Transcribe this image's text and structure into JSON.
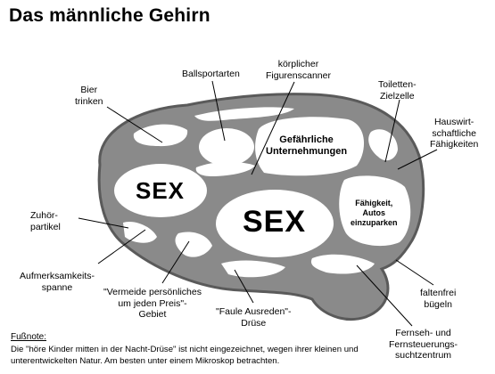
{
  "title": "Das männliche Gehirn",
  "colors": {
    "brain_fill": "#8a8a8a",
    "brain_outline": "#5a5a5a",
    "region_fill": "#ffffff",
    "text": "#000000"
  },
  "regions": {
    "sex_left": "SEX",
    "sex_center": "SEX",
    "dangerous": "Gefährliche\nUnternehmungen",
    "parking": "Fähigkeit,\nAutos\neinzuparken"
  },
  "labels": {
    "beer": "Bier\ntrinken",
    "ball_sports": "Ballsportarten",
    "figure_scanner": "körplicher\nFigurenscanner",
    "toilet": "Toiletten-\nZielzelle",
    "household": "Hauswirt-\nschaftliche\nFähigkeiten",
    "listening": "Zuhör-\npartikel",
    "attention": "Aufmerksamkeits-\nspanne",
    "avoid_price": "\"Vermeide persönliches\num jeden Preis\"-\nGebiet",
    "excuses": "\"Faule Ausreden\"-\nDrüse",
    "wrinkle_free": "faltenfrei\nbügeln",
    "tv": "Fernseh- und\nFernsteuerungs-\nsuchtzentrum"
  },
  "footnote": {
    "title": "Fußnote:",
    "text": "Die \"höre Kinder mitten in der Nacht-Drüse\" ist nicht eingezeichnet, wegen ihrer kleinen und unterentwickelten Natur. Am besten unter einem Mikroskop betrachten."
  }
}
